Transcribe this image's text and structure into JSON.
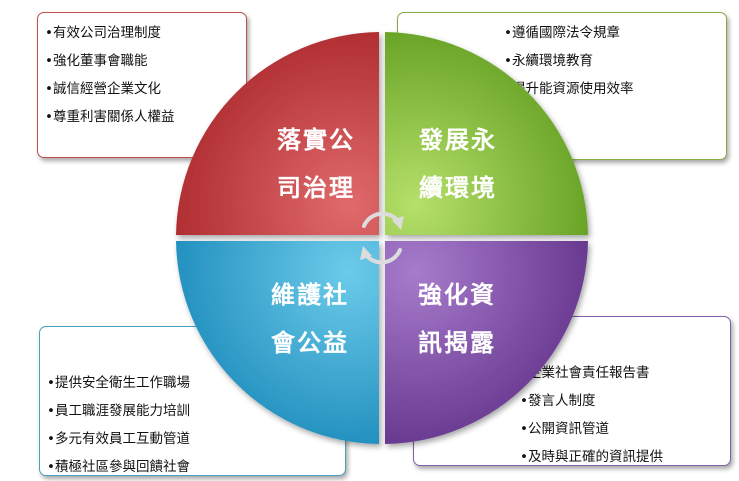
{
  "quadrants": [
    {
      "id": "governance",
      "line1": "落實公",
      "line2": "司治理",
      "color": "#c8393c"
    },
    {
      "id": "environment",
      "line1": "發展永",
      "line2": "續環境",
      "color": "#7fba2f"
    },
    {
      "id": "social",
      "line1": "維護社",
      "line2": "會公益",
      "color": "#2ba7d4"
    },
    {
      "id": "disclosure",
      "line1": "強化資",
      "line2": "訊揭露",
      "color": "#7f4aa6"
    }
  ],
  "boxes": {
    "governance": [
      "•有效公司治理制度",
      "•強化董事會職能",
      "•誠信經營企業文化",
      "•尊重利害關係人權益"
    ],
    "environment": [
      "•遵循國際法令規章",
      "•永續環境教育",
      "•提升能資源使用效率"
    ],
    "social": [
      "•提供安全衛生工作職場",
      "•員工職涯發展能力培訓",
      "•多元有效員工互動管道",
      "•積極社區參與回饋社會"
    ],
    "disclosure": [
      "•企業社會責任報告書",
      "•發言人制度",
      "•公開資訊管道",
      "•及時與正確的資訊提供"
    ]
  }
}
